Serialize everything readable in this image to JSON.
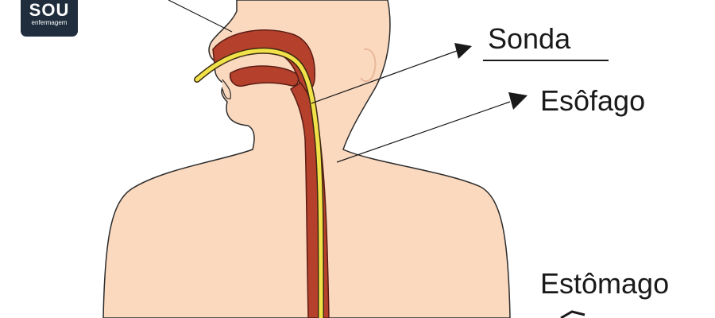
{
  "labels": {
    "sonda": "Sonda",
    "esofago": "Esôfago",
    "estomago": "Estômago"
  },
  "logo": {
    "main": "SOU",
    "sub": "enfermagem"
  },
  "colors": {
    "skin": "#fbd9bf",
    "tract": "#b5402c",
    "tube": "#f2e24a",
    "line": "#1a1a1a",
    "logo_bg": "#1f2d3d"
  }
}
